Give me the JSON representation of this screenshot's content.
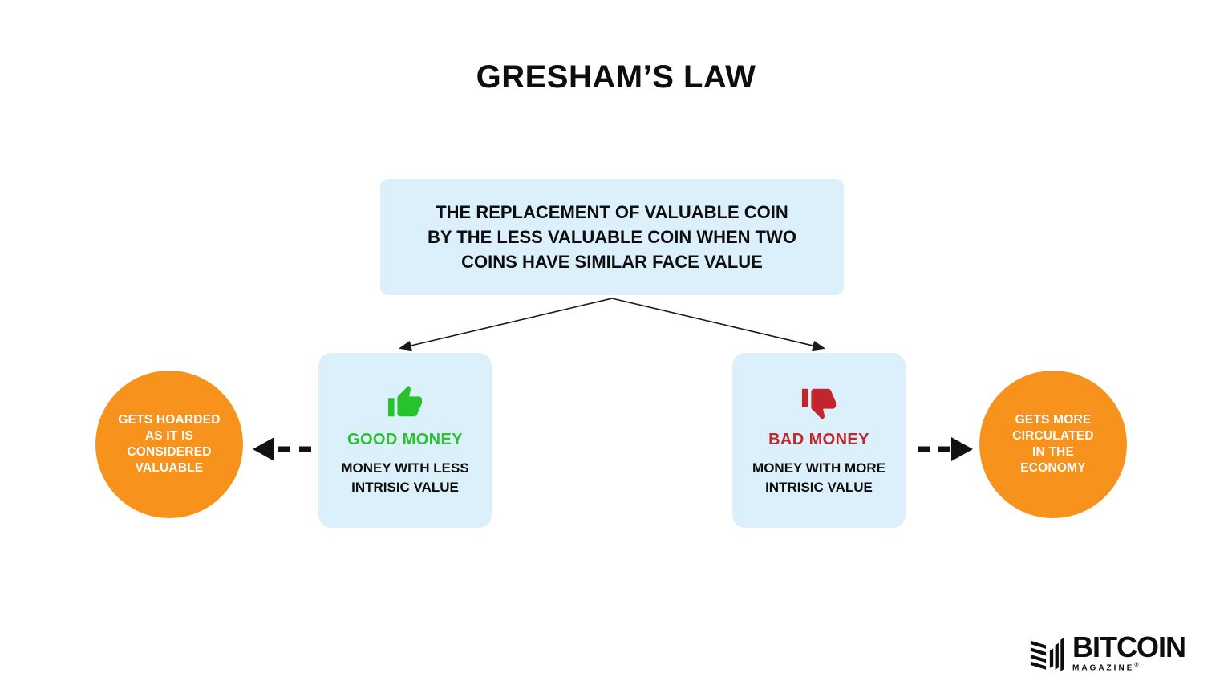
{
  "title": "GRESHAM’S LAW",
  "definition": {
    "lines": [
      "THE REPLACEMENT OF VALUABLE COIN",
      "BY THE LESS VALUABLE COIN WHEN TWO",
      "COINS HAVE SIMILAR FACE VALUE"
    ]
  },
  "good_money": {
    "icon": "thumbs-up-icon",
    "label": "GOOD MONEY",
    "description_lines": [
      "MONEY WITH LESS",
      "INTRISIC VALUE"
    ]
  },
  "bad_money": {
    "icon": "thumbs-down-icon",
    "label": "BAD MONEY",
    "description_lines": [
      "MONEY WITH MORE",
      "INTRISIC VALUE"
    ]
  },
  "left_outcome": {
    "lines": [
      "GETS HOARDED",
      "AS IT IS",
      "CONSIDERED",
      "VALUABLE"
    ]
  },
  "right_outcome": {
    "lines": [
      "GETS MORE",
      "CIRCULATED",
      "IN THE",
      "ECONOMY"
    ]
  },
  "logo": {
    "brand": "BITCOIN",
    "sub": "MAGAZINE",
    "reg": "®"
  },
  "colors": {
    "panel_blue": "#dcf0fb",
    "good_green": "#28c32c",
    "bad_red": "#c2262c",
    "outcome_orange": "#f7921c",
    "arrow_black": "#111111",
    "circle_text": "#ffffff"
  }
}
